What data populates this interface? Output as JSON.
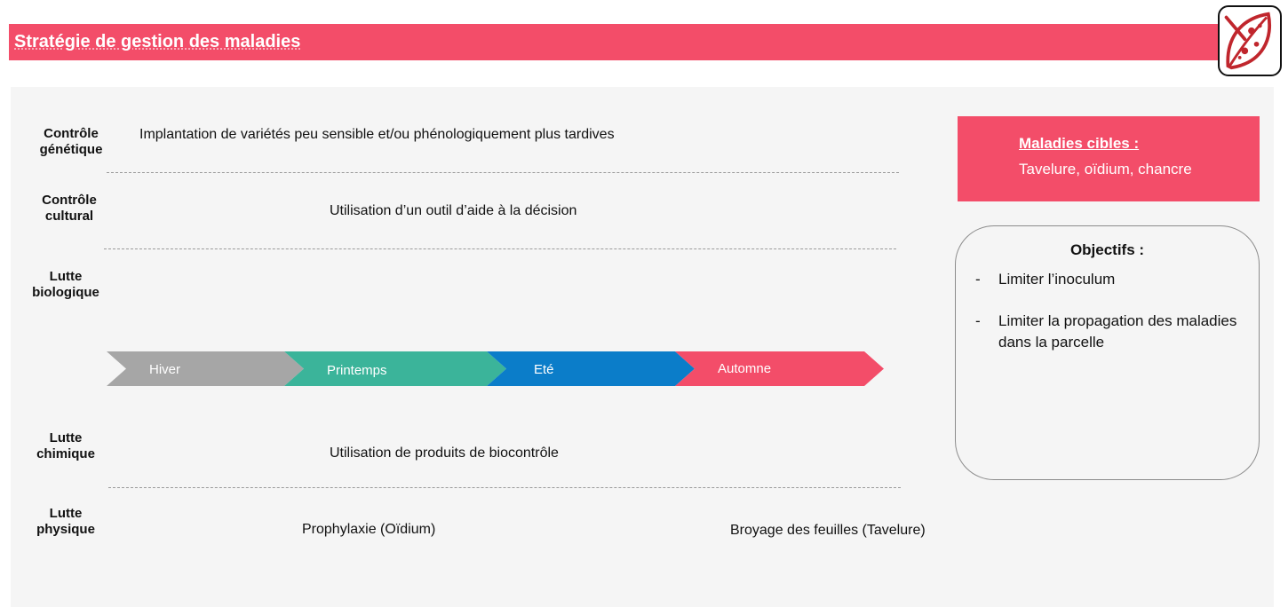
{
  "header": {
    "title": "Stratégie de gestion des maladies",
    "accent_color": "#f34d69",
    "logo_icon": "diseased-leaf-icon"
  },
  "rows": {
    "genetic": {
      "label_line1": "Contrôle",
      "label_line2": "génétique",
      "text": "Implantation de variétés peu sensible et/ou phénologiquement plus tardives"
    },
    "cultural": {
      "label_line1": "Contrôle",
      "label_line2": "cultural",
      "text": "Utilisation d’un outil d’aide à la décision"
    },
    "biological": {
      "label_line1": "Lutte",
      "label_line2": "biologique"
    },
    "chemical": {
      "label_line1": "Lutte",
      "label_line2": "chimique",
      "text": "Utilisation de produits de biocontrôle"
    },
    "physical": {
      "label_line1": "Lutte",
      "label_line2": "physique",
      "text_1": "Prophylaxie (Oïdium)",
      "text_2": "Broyage des feuilles (Tavelure)"
    }
  },
  "seasons": [
    {
      "label": "Hiver",
      "color": "#a6a6a6"
    },
    {
      "label": "Printemps",
      "color": "#3bb49a"
    },
    {
      "label": "Eté",
      "color": "#0b7dc9"
    },
    {
      "label": "Automne",
      "color": "#f34d69"
    }
  ],
  "targets": {
    "title": "Maladies cibles :",
    "text": "Tavelure, oïdium, chancre"
  },
  "objectives": {
    "title": "Objectifs :",
    "dash": "-",
    "item_1": "Limiter l’inoculum",
    "item_2": "Limiter la propagation des maladies dans la parcelle"
  }
}
